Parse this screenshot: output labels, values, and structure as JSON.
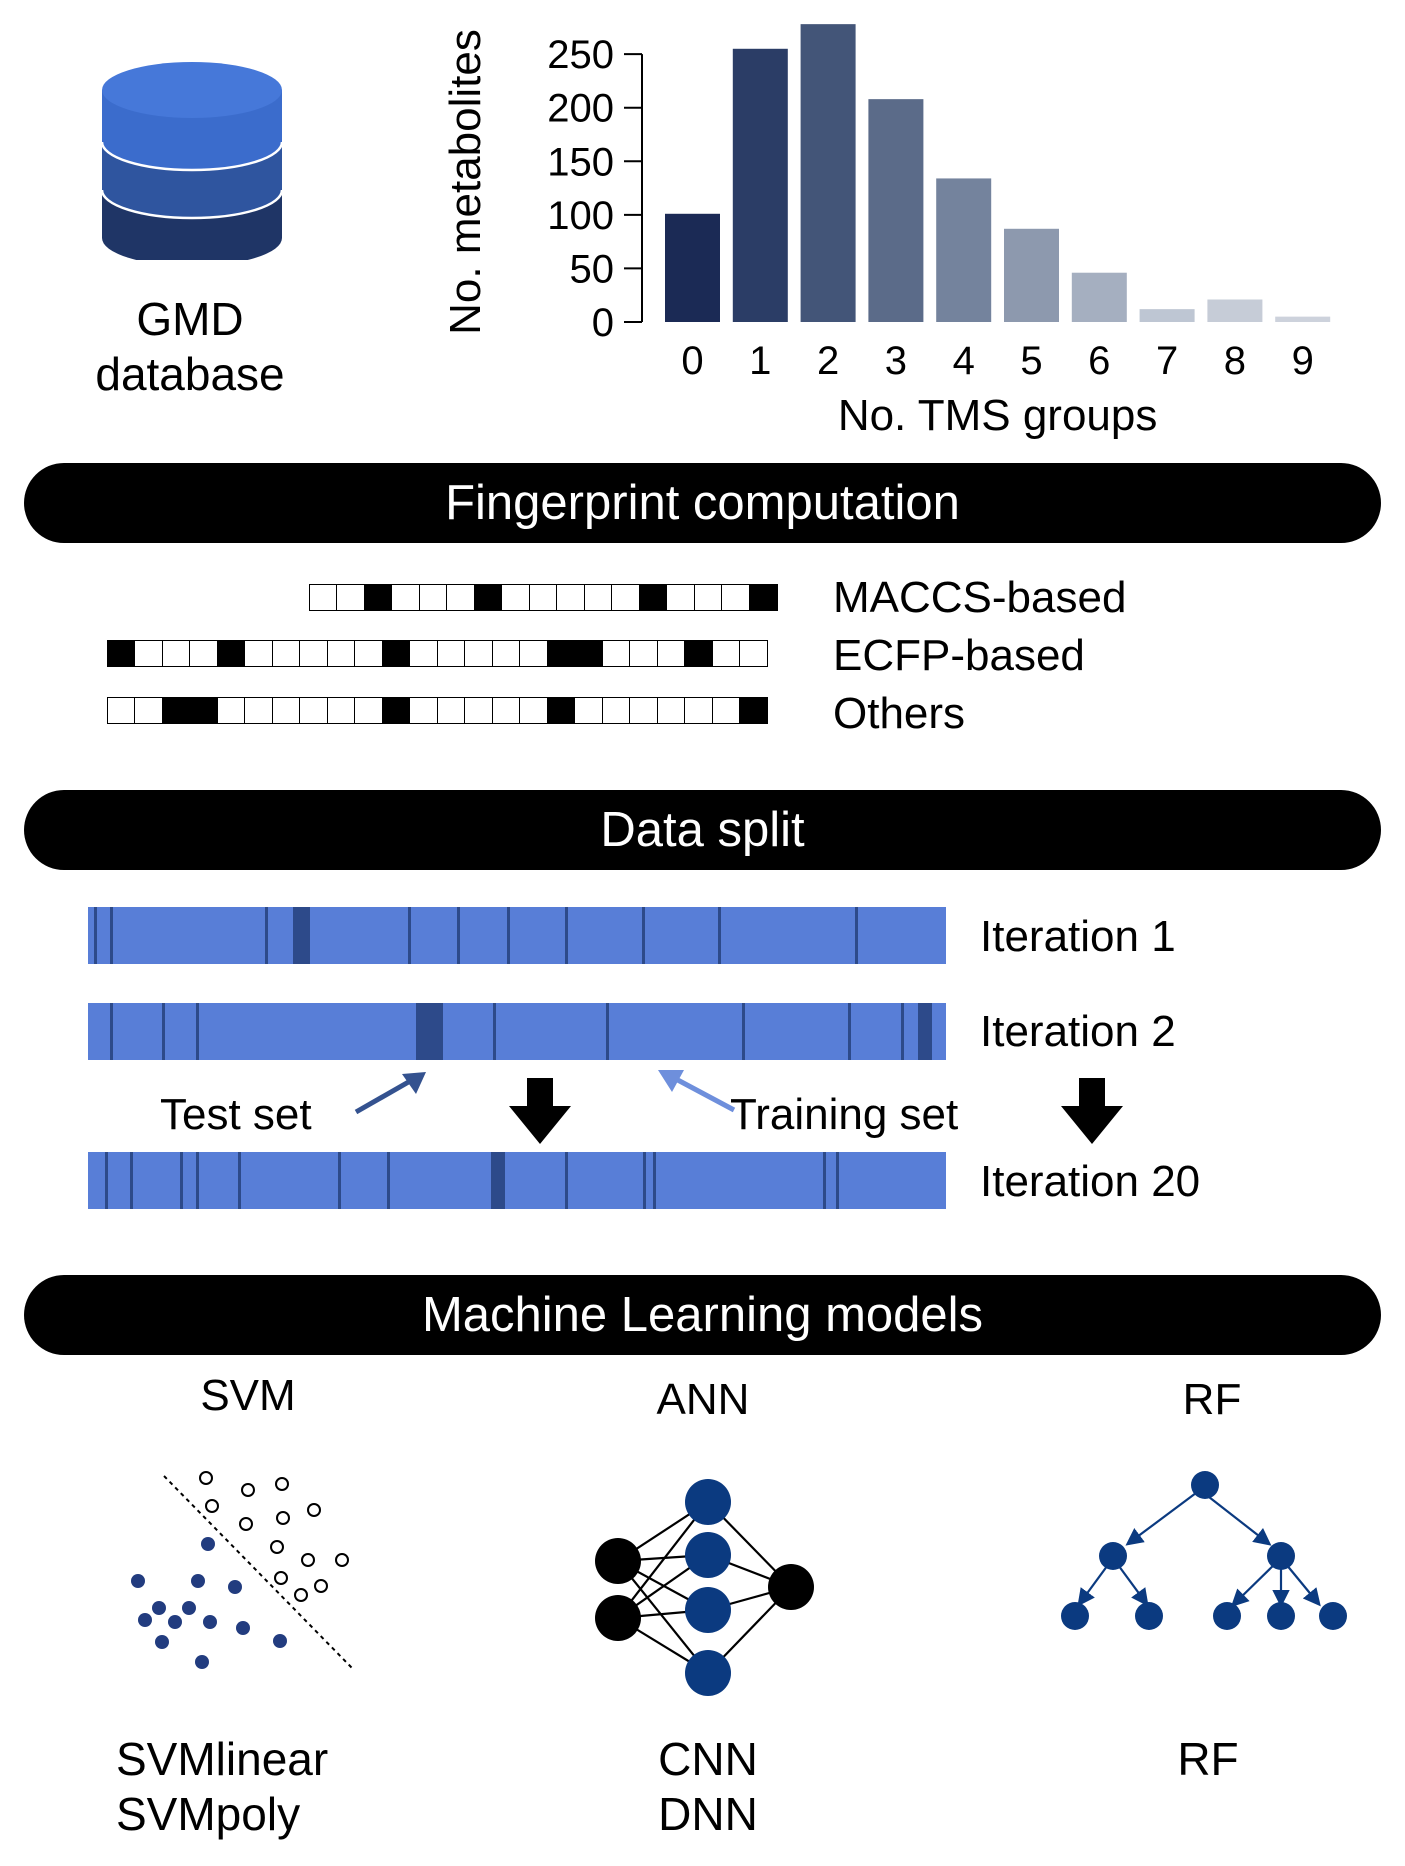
{
  "database": {
    "icon": "database-icon",
    "label_line1": "GMD",
    "label_line2": "database",
    "colors": [
      "#3b6ccc",
      "#2f559f",
      "#1f3566"
    ]
  },
  "chart_data": {
    "type": "bar",
    "categories": [
      "0",
      "1",
      "2",
      "3",
      "4",
      "5",
      "6",
      "7",
      "8",
      "9"
    ],
    "values": [
      101,
      255,
      278,
      208,
      134,
      87,
      46,
      12,
      21,
      5
    ],
    "xlabel": "No. TMS groups",
    "ylabel": "No. metabolites",
    "ylim": [
      0,
      280
    ],
    "yticks": [
      "0",
      "50",
      "100",
      "150",
      "200",
      "250"
    ],
    "bar_colors": [
      "#1b2a55",
      "#2b3d66",
      "#435578",
      "#5b6b89",
      "#74839d",
      "#8d99ae",
      "#a5afc0",
      "#bec6d3",
      "#c6ccd7",
      "#cdd2dc"
    ],
    "grid": false,
    "legend": "none"
  },
  "steps": {
    "fingerprint": "Fingerprint computation",
    "split": "Data split",
    "models": "Machine Learning models"
  },
  "fingerprints": [
    {
      "label": "MACCS-based",
      "cells": [
        0,
        0,
        1,
        0,
        0,
        0,
        1,
        0,
        0,
        0,
        0,
        0,
        1,
        0,
        0,
        0,
        1
      ]
    },
    {
      "label": "ECFP-based",
      "cells": [
        1,
        0,
        0,
        0,
        1,
        0,
        0,
        0,
        0,
        0,
        1,
        0,
        0,
        0,
        0,
        0,
        1,
        1,
        0,
        0,
        0,
        1,
        0,
        0
      ]
    },
    {
      "label": "Others",
      "cells": [
        0,
        0,
        1,
        1,
        0,
        0,
        0,
        0,
        0,
        0,
        1,
        0,
        0,
        0,
        0,
        0,
        1,
        0,
        0,
        0,
        0,
        0,
        0,
        1
      ]
    }
  ],
  "split": {
    "iterations": [
      "Iteration 1",
      "Iteration 2",
      "Iteration 20"
    ],
    "test_label": "Test set",
    "train_label": "Training set",
    "colors": {
      "training": "#587ed7",
      "test": "#2d4a8a",
      "test_arrow": "#34528f",
      "train_arrow": "#6e8fdc"
    }
  },
  "models": {
    "svm": {
      "title": "SVM",
      "variants": [
        "SVMlinear",
        "SVMpoly"
      ],
      "icon": "svm-scatter-icon"
    },
    "ann": {
      "title": "ANN",
      "variants": [
        "CNN",
        "DNN"
      ],
      "icon": "neural-network-icon"
    },
    "rf": {
      "title": "RF",
      "variants": [
        "RF"
      ],
      "icon": "decision-tree-icon"
    },
    "node_color": "#0b3a80"
  }
}
